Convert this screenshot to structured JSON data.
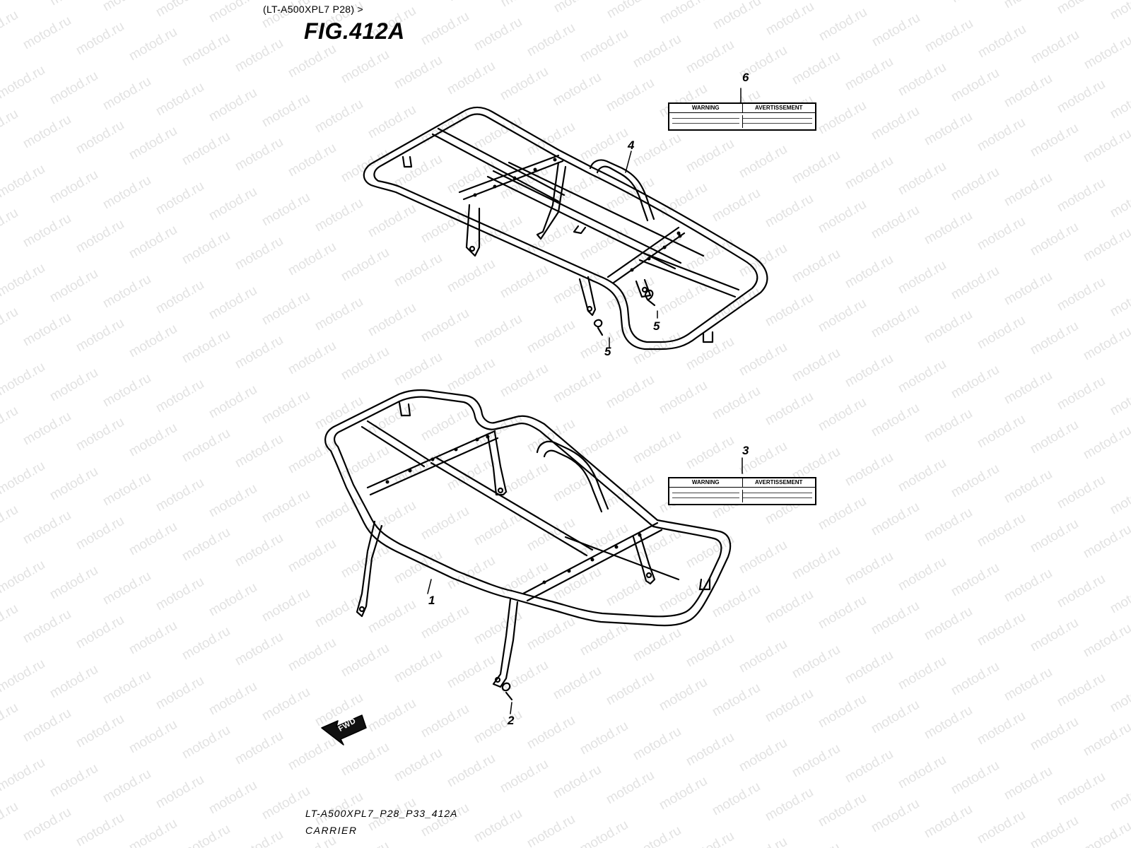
{
  "header": {
    "variant": "(LT-A500XPL7 P28) >",
    "figure": "FIG.412A"
  },
  "watermark": {
    "text": "motod.ru"
  },
  "callouts": {
    "c1": "1",
    "c2": "2",
    "c3": "3",
    "c4": "4",
    "c5a": "5",
    "c5b": "5",
    "c6": "6"
  },
  "labels": {
    "top": {
      "warning": "WARNING",
      "avertissement": "AVERTISSEMENT"
    },
    "bottom": {
      "warning": "WARNING",
      "avertissement": "AVERTISSEMENT"
    }
  },
  "fwd": {
    "text": "FWD"
  },
  "footer": {
    "code": "LT-A500XPL7_P28_P33_412A",
    "name": "CARRIER"
  }
}
